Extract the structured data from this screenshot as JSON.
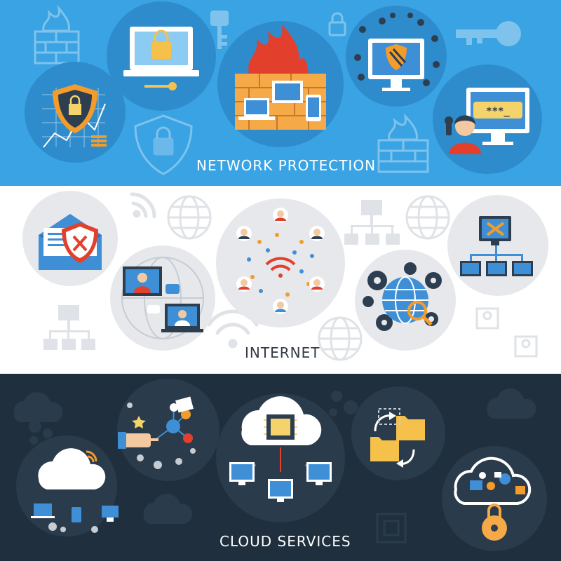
{
  "colors": {
    "blue_banner": "#3aa3e3",
    "white_banner": "#ffffff",
    "dark_banner": "#1f2f3d",
    "circle_blue": "#2e8ccc",
    "circle_light": "#e6e8ec",
    "circle_dark": "#2a3b4b",
    "firewall_orange": "#f5a947",
    "flame_red": "#e2402d",
    "shield_orange": "#f39c2b",
    "monitor_blue": "#3f8fd6"
  },
  "banners": {
    "network_protection": {
      "title": "NETWORK PROTECTION"
    },
    "internet": {
      "title": "INTERNET",
      "password_mask": "***_"
    },
    "cloud_services": {
      "title": "CLOUD SERVICES"
    }
  },
  "icons": [
    "brick-wall-icon",
    "laptop-lock-icon",
    "key-icon",
    "padlock-icon",
    "firewall-icon",
    "virus-shield-monitor-icon",
    "shield-chart-icon",
    "password-monitor-icon",
    "email-blocked-icon",
    "wifi-icon",
    "globe-icon",
    "social-network-icon",
    "network-topology-icon",
    "tools-monitor-icon",
    "video-call-icon",
    "gear-globe-icon",
    "cloud-devices-icon",
    "hand-share-icon",
    "cloud-chip-icon",
    "folder-sync-icon",
    "cloud-lock-icon"
  ]
}
